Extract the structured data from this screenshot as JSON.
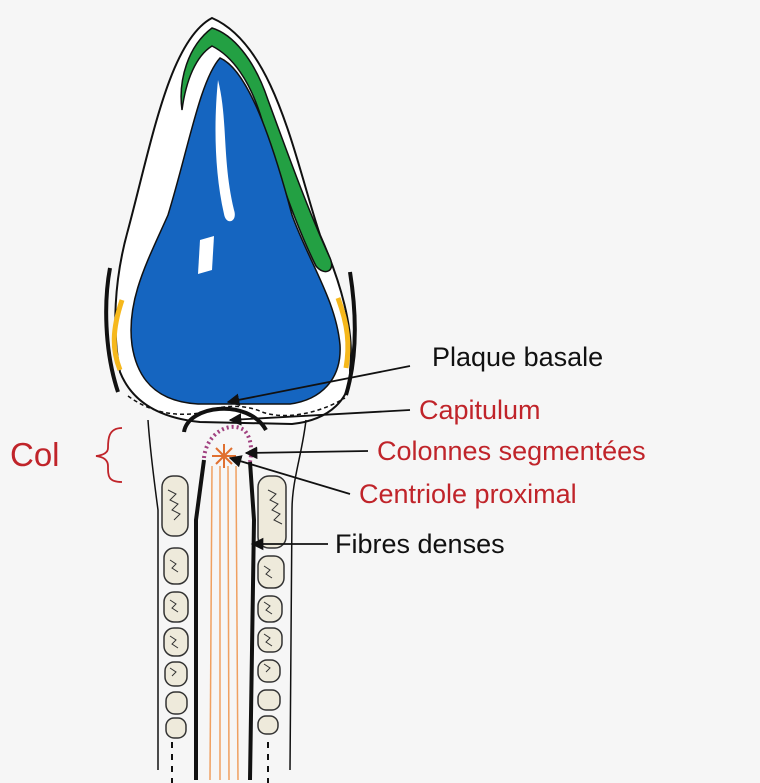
{
  "labels": {
    "plaque_basale": "Plaque basale",
    "capitulum": "Capitulum",
    "colonnes_segmentees": "Colonnes segmentées",
    "centriole_proximal": "Centriole proximal",
    "fibres_denses": "Fibres denses",
    "col": "Col"
  },
  "colors": {
    "nucleus_blue": "#1565c0",
    "acrosome_green": "#23a043",
    "label_red": "#c0242a",
    "label_black": "#111111",
    "mitochondria_fill": "#eeeadb",
    "fibre_orange": "#f0a060",
    "yellow_band": "#f6b81c",
    "segmented_dots": "#a0407f"
  }
}
